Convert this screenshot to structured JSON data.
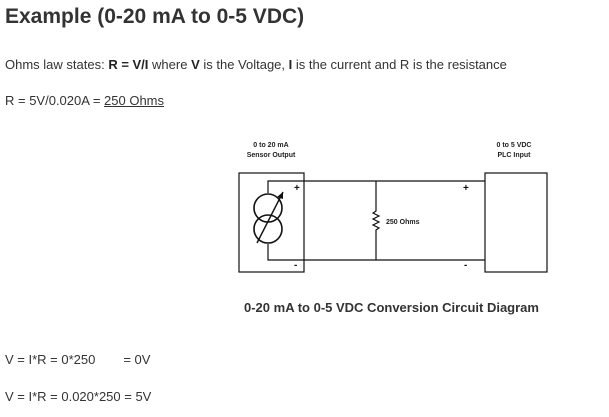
{
  "heading": "Example (0-20 mA to 0-5 VDC)",
  "ohms_law": {
    "intro": "Ohms law states: ",
    "formula": "R = V/I",
    "where": " where ",
    "v_symbol": "V",
    "v_desc": " is the Voltage, ",
    "i_symbol": "I",
    "i_desc": " is the current and R is the resistance"
  },
  "resistance_calc": {
    "expression": "R = 5V/0.020A = ",
    "result": "250 Ohms"
  },
  "diagram": {
    "sensor_label_line1": "0 to 20 mA",
    "sensor_label_line2": "Sensor Output",
    "plc_label_line1": "0 to 5 VDC",
    "plc_label_line2": "PLC Input",
    "resistor_label": "250 Ohms",
    "plus_symbol": "+",
    "minus_symbol": "-",
    "caption": "0-20 mA to 0-5 VDC Conversion Circuit Diagram"
  },
  "examples": {
    "low_expression": "V = I*R = 0*250",
    "low_result": "= 0V",
    "high_expression": "V = I*R = 0.020*250 = 5V"
  }
}
